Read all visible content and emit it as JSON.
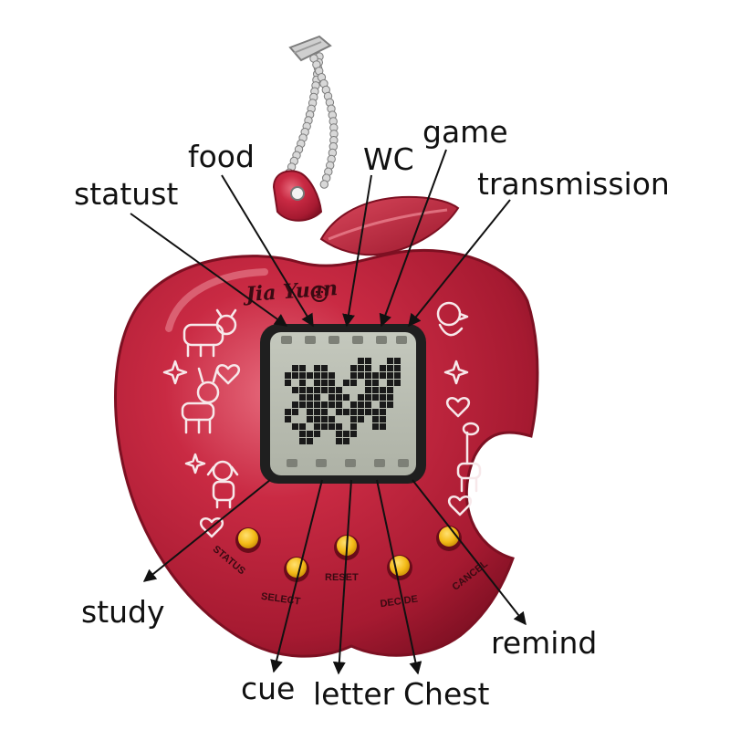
{
  "brand": "Jia Yuan",
  "buttons": {
    "status": "STATUS",
    "select": "SELECT",
    "reset": "RESET",
    "decide": "DECIDE",
    "cancel": "CANCEL"
  },
  "callouts": {
    "food": "food",
    "wc": "WC",
    "game": "game",
    "statust": "statust",
    "transmission": "transmission",
    "study": "study",
    "remind": "remind",
    "cue": "cue",
    "letter": "letter",
    "chest": "Chest"
  },
  "colors": {
    "shell": "#c0233c",
    "shell_dark": "#8e1428",
    "shell_light": "#e0566a",
    "button": "#f4bb18",
    "lcd": "#b9bdb2",
    "pixel": "#1a1a1a",
    "arrow": "#111111"
  },
  "icons": [
    "keychain-chain-icon",
    "cow-icon",
    "donkey-icon",
    "dog-icon",
    "chick-icon",
    "giraffe-icon",
    "sparkle-icon",
    "heart-icon",
    "sun-icon",
    "pet-sprite-icon"
  ]
}
